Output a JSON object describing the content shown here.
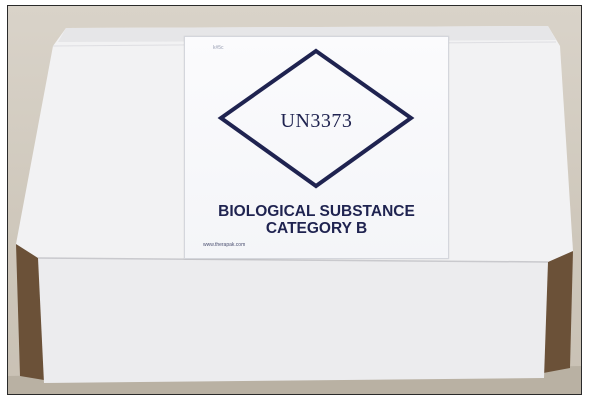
{
  "label": {
    "un_number": "UN3373",
    "caption_line1": "BIOLOGICAL SUBSTANCE",
    "caption_line2": "CATEGORY B",
    "website": "www.therapak.com",
    "corner_code": "k#5c"
  },
  "colors": {
    "label_ink": "#1f2350",
    "box_white": "#f3f3f4",
    "background_wall": "#d9d3c9",
    "cardboard_edge": "#6b5138"
  }
}
